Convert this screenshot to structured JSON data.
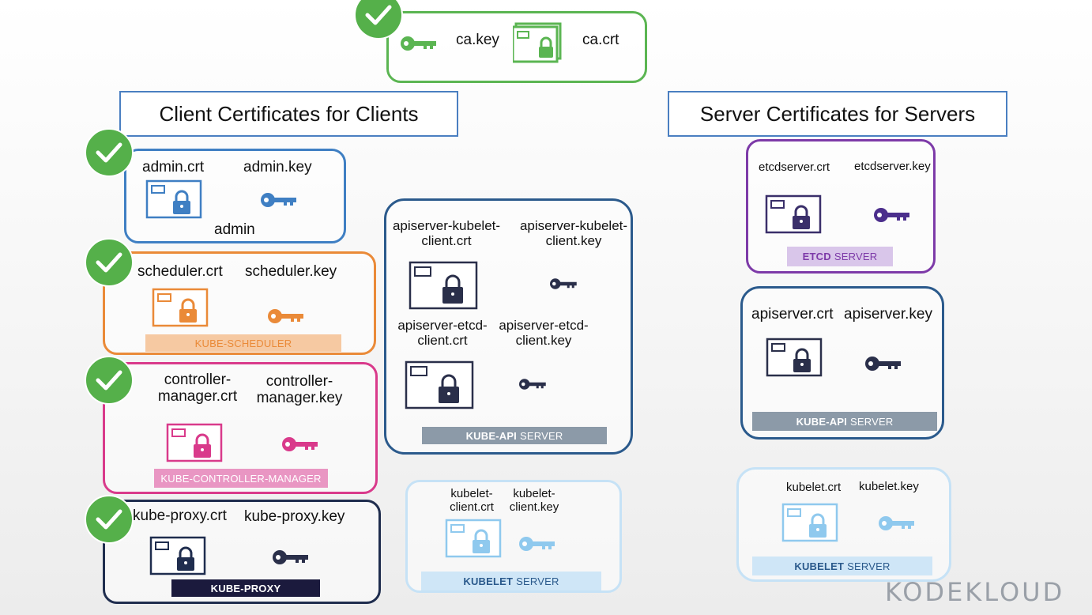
{
  "ca": {
    "key_label": "ca.key",
    "crt_label": "ca.crt",
    "color": "#5bb552"
  },
  "client_title": "Client Certificates for Clients",
  "server_title": "Server Certificates for Servers",
  "admin": {
    "crt": "admin.crt",
    "key": "admin.key",
    "name": "admin",
    "color": "#3f7fc3"
  },
  "scheduler": {
    "crt": "scheduler.crt",
    "key": "scheduler.key",
    "bar": "KUBE-SCHEDULER",
    "color": "#ea8a38"
  },
  "controller": {
    "crt_line1": "controller-",
    "crt_line2": "manager.crt",
    "key_line1": "controller-",
    "key_line2": "manager.key",
    "bar": "KUBE-CONTROLLER-MANAGER",
    "color": "#d93a8b"
  },
  "proxy": {
    "crt": "kube-proxy.crt",
    "key": "kube-proxy.key",
    "bar": "KUBE-PROXY",
    "color": "#1f2d4e"
  },
  "apiserver_client": {
    "kubelet_crt_line1": "apiserver-kubelet-",
    "kubelet_crt_line2": "client.crt",
    "kubelet_key_line1": "apiserver-kubelet-",
    "kubelet_key_line2": "client.key",
    "etcd_crt_line1": "apiserver-etcd-",
    "etcd_crt_line2": "client.crt",
    "etcd_key_line1": "apiserver-etcd-",
    "etcd_key_line2": "client.key",
    "bar_bold": "KUBE-API",
    "bar_rest": "SERVER",
    "color": "#2b5a8c"
  },
  "kubelet_client": {
    "crt_line1": "kubelet-",
    "crt_line2": "client.crt",
    "key_line1": "kubelet-",
    "key_line2": "client.key",
    "bar_bold": "KUBELET",
    "bar_rest": "SERVER",
    "color": "#a9d4f2"
  },
  "etcd_server": {
    "crt": "etcdserver.crt",
    "key": "etcdserver.key",
    "bar_bold": "ETCD",
    "bar_rest": "SERVER",
    "color": "#7d3aa8"
  },
  "apiserver_server": {
    "crt": "apiserver.crt",
    "key": "apiserver.key",
    "bar_bold": "KUBE-API",
    "bar_rest": "SERVER",
    "color": "#2b5a8c"
  },
  "kubelet_server": {
    "crt": "kubelet.crt",
    "key": "kubelet.key",
    "bar_bold": "KUBELET",
    "bar_rest": "SERVER",
    "color": "#a9d4f2"
  },
  "logo": "KODEKLOUD"
}
